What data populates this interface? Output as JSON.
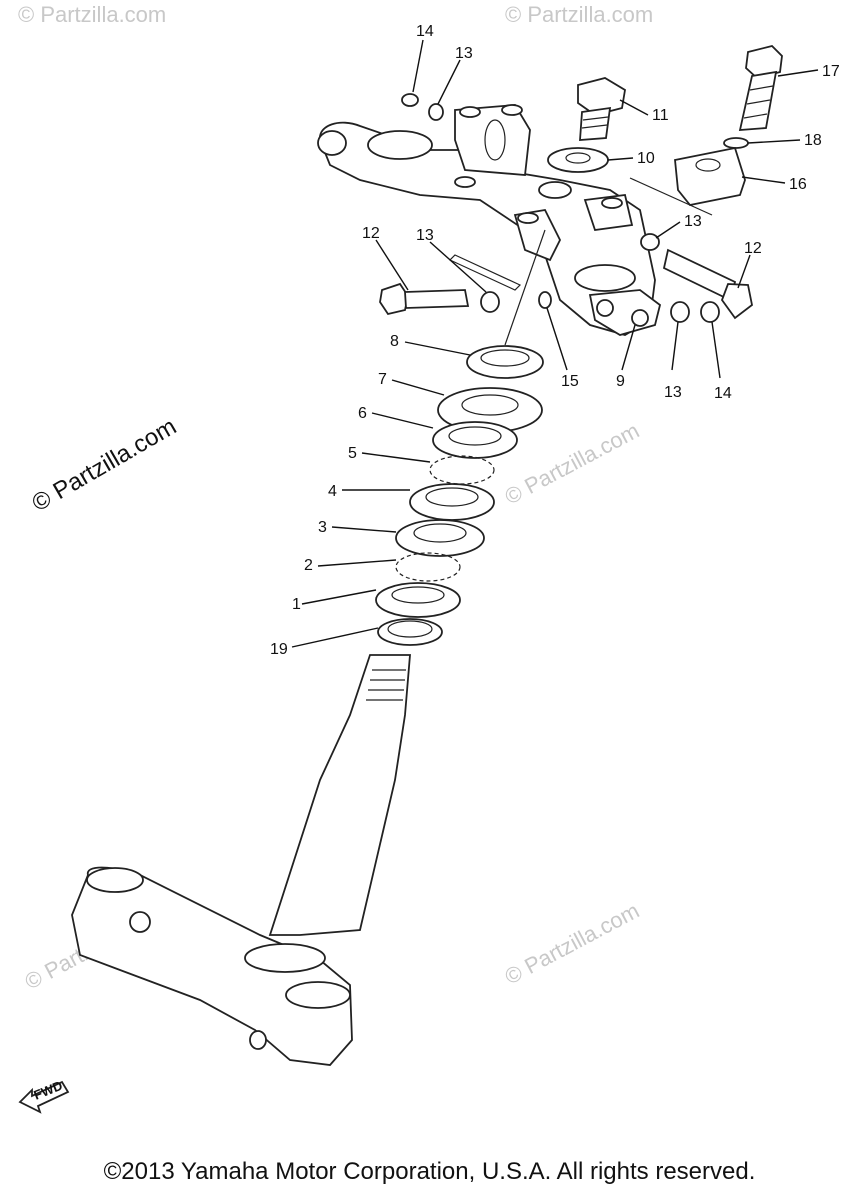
{
  "watermarks": {
    "main": "© Partzilla.com",
    "faint": "© Partzilla.com"
  },
  "direction_label": "FWD",
  "copyright": "©2013  Yamaha Motor Corporation, U.S.A. All rights reserved.",
  "callouts": [
    {
      "id": "c14a",
      "label": "14"
    },
    {
      "id": "c13a",
      "label": "13"
    },
    {
      "id": "c11",
      "label": "11"
    },
    {
      "id": "c17",
      "label": "17"
    },
    {
      "id": "c18",
      "label": "18"
    },
    {
      "id": "c10",
      "label": "10"
    },
    {
      "id": "c16",
      "label": "16"
    },
    {
      "id": "c13b",
      "label": "13"
    },
    {
      "id": "c12a",
      "label": "12"
    },
    {
      "id": "c13c",
      "label": "13"
    },
    {
      "id": "c12b",
      "label": "12"
    },
    {
      "id": "c8",
      "label": "8"
    },
    {
      "id": "c15",
      "label": "15"
    },
    {
      "id": "c9",
      "label": "9"
    },
    {
      "id": "c13d",
      "label": "13"
    },
    {
      "id": "c14b",
      "label": "14"
    },
    {
      "id": "c7",
      "label": "7"
    },
    {
      "id": "c6",
      "label": "6"
    },
    {
      "id": "c5",
      "label": "5"
    },
    {
      "id": "c4",
      "label": "4"
    },
    {
      "id": "c3",
      "label": "3"
    },
    {
      "id": "c2",
      "label": "2"
    },
    {
      "id": "c1",
      "label": "1"
    },
    {
      "id": "c19",
      "label": "19"
    }
  ]
}
